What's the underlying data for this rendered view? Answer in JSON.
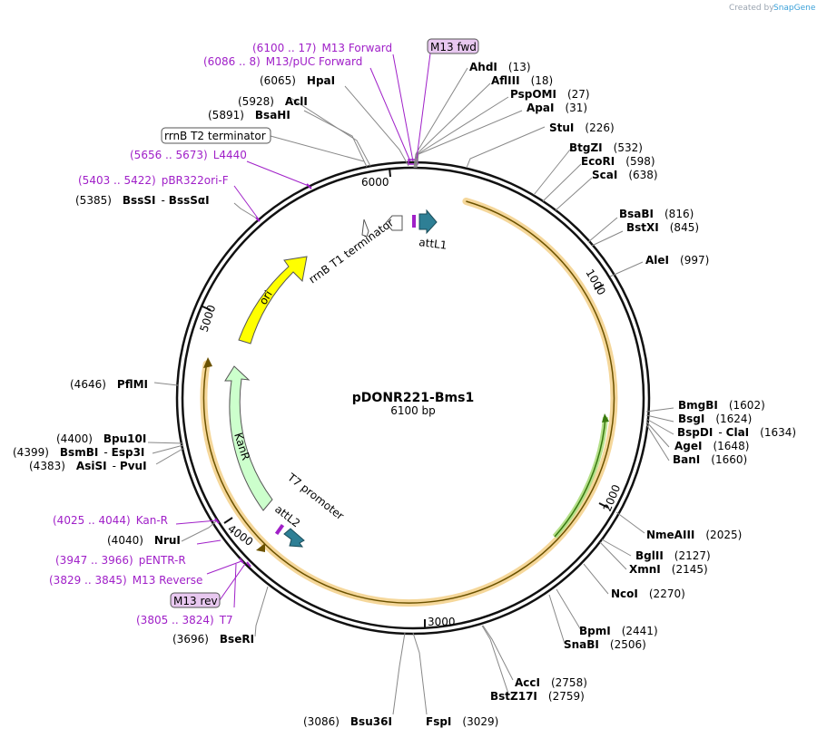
{
  "watermark": {
    "created_by": "Created by",
    "brand": "SnapGene"
  },
  "plasmid": {
    "name": "pDONR221-Bms1",
    "size_label": "6100 bp",
    "length": 6100
  },
  "ticks": [
    {
      "pos": 1000,
      "label": "1000"
    },
    {
      "pos": 2000,
      "label": "2000"
    },
    {
      "pos": 3000,
      "label": "3000"
    },
    {
      "pos": 4000,
      "label": "4000"
    },
    {
      "pos": 5000,
      "label": "5000"
    },
    {
      "pos": 6000,
      "label": "6000"
    }
  ],
  "sites": [
    {
      "name": "AhdI",
      "pos": "(13)"
    },
    {
      "name": "AflIII",
      "pos": "(18)"
    },
    {
      "name": "PspOMI",
      "pos": "(27)"
    },
    {
      "name": "ApaI",
      "pos": "(31)"
    },
    {
      "name": "StuI",
      "pos": "(226)"
    },
    {
      "name": "BtgZI",
      "pos": "(532)"
    },
    {
      "name": "EcoRI",
      "pos": "(598)"
    },
    {
      "name": "ScaI",
      "pos": "(638)"
    },
    {
      "name": "BsaBI",
      "pos": "(816)"
    },
    {
      "name": "BstXI",
      "pos": "(845)"
    },
    {
      "name": "AleI",
      "pos": "(997)"
    },
    {
      "name": "BmgBI",
      "pos": "(1602)"
    },
    {
      "name": "BsgI",
      "pos": "(1624)"
    },
    {
      "name": "BspDI",
      "name2": "ClaI",
      "pos": "(1634)"
    },
    {
      "name": "AgeI",
      "pos": "(1648)"
    },
    {
      "name": "BanI",
      "pos": "(1660)"
    },
    {
      "name": "NmeAIII",
      "pos": "(2025)"
    },
    {
      "name": "BglII",
      "pos": "(2127)"
    },
    {
      "name": "XmnI",
      "pos": "(2145)"
    },
    {
      "name": "NcoI",
      "pos": "(2270)"
    },
    {
      "name": "BpmI",
      "pos": "(2441)"
    },
    {
      "name": "SnaBI",
      "pos": "(2506)"
    },
    {
      "name": "AccI",
      "pos": "(2758)"
    },
    {
      "name": "BstZ17I",
      "pos": "(2759)"
    },
    {
      "name": "FspI",
      "pos": "(3029)"
    },
    {
      "name": "Bsu36I",
      "pos": "(3086)"
    },
    {
      "name": "BseRI",
      "pos": "(3696)"
    },
    {
      "name": "NruI",
      "pos": "(4040)"
    },
    {
      "name": "AsiSI",
      "name2": "PvuI",
      "pos": "(4383)"
    },
    {
      "name": "BsmBI",
      "name2": "Esp3I",
      "pos": "(4399)"
    },
    {
      "name": "Bpu10I",
      "pos": "(4400)"
    },
    {
      "name": "PflMI",
      "pos": "(4646)"
    },
    {
      "name": "BssSI",
      "name2": "BssSαI",
      "pos": "(5385)"
    },
    {
      "name": "BsaHI",
      "pos": "(5891)"
    },
    {
      "name": "AclI",
      "pos": "(5928)"
    },
    {
      "name": "HpaI",
      "pos": "(6065)"
    }
  ],
  "primers": [
    {
      "range": "(6100 .. 17)",
      "name": "M13 Forward"
    },
    {
      "range": "(6086 .. 8)",
      "name": "M13/pUC Forward"
    },
    {
      "range": "(5656 .. 5673)",
      "name": "L4440"
    },
    {
      "range": "(5403 .. 5422)",
      "name": "pBR322ori-F"
    },
    {
      "range": "(4025 .. 4044)",
      "name": "Kan-R"
    },
    {
      "range": "(3947 .. 3966)",
      "name": "pENTR-R"
    },
    {
      "range": "(3829 .. 3845)",
      "name": "M13 Reverse"
    },
    {
      "range": "(3805 .. 3824)",
      "name": "T7"
    }
  ],
  "callouts": {
    "m13_fwd": "M13 fwd",
    "m13_rev": "M13 rev",
    "rrnb_t2": "rrnB T2 terminator"
  },
  "features": {
    "rrnb_t1": "rrnB T1 terminator",
    "attl1": "attL1",
    "attl2": "attL2",
    "t7_promoter": "T7 promoter",
    "ori": "ori",
    "kanr": "KanR"
  },
  "colors": {
    "ori": "#ffff00",
    "kanr": "#ccffcc",
    "att": "#2e7f95",
    "primer": "#a020c8",
    "orf_highlight": "#f5d79a",
    "orf_green": "#b5e08a"
  }
}
